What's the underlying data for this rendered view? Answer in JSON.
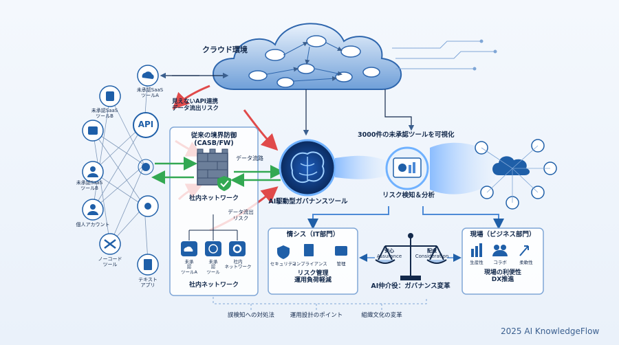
{
  "cloud": {
    "title": "クラウド環境"
  },
  "left_tools": {
    "api_label": "API",
    "tool_a": [
      "未承認SaaS",
      "ツールA"
    ],
    "tool_b1": [
      "未承認SaaS",
      "ツールB"
    ],
    "tool_b2": [
      "未承認SaaS",
      "ツールB"
    ],
    "personal_account": "個人アカウント",
    "nocode": [
      "ノーコード",
      "ツール"
    ],
    "text_app": [
      "テキスト",
      "アプリ"
    ]
  },
  "risks": {
    "invisible_api": [
      "見えないAPI連携",
      "データ流出リスク"
    ],
    "data_flow": "データ流路",
    "data_leak": [
      "データ流出",
      "リスク"
    ]
  },
  "perimeter": {
    "title": [
      "従来の境界防御",
      "(CASB/FW)"
    ],
    "internal_network": "社内ネットワーク",
    "unapproved_tools": [
      {
        "line1": "未承",
        "line2": "認",
        "line3": "ツールA"
      },
      {
        "line1": "未承",
        "line2": "認",
        "line3": "ツール"
      },
      {
        "line1": "社内",
        "line2": "ネットワーク",
        "line3": ""
      }
    ],
    "footer": "社内ネットワーク"
  },
  "ai_tool": {
    "label": "AI駆動型ガバナンスツール"
  },
  "visualize": {
    "title": "3000件の未承認ツールを可視化"
  },
  "risk_analysis": {
    "label": "リスク検知＆分析"
  },
  "it_dept": {
    "title": "情シス（IT部門）",
    "icons": [
      "セキュリティ",
      "コンプライアンス",
      "管理"
    ],
    "desc": [
      "リスク管理",
      "運用負荷軽減"
    ]
  },
  "balance": {
    "left": [
      "安心",
      "Assurance"
    ],
    "right": [
      "配慮",
      "Consideration"
    ],
    "caption": "AI仲介役：ガバナンス変革"
  },
  "field_dept": {
    "title": "現場（ビジネス部門）",
    "icons": [
      "生産性",
      "コラボ",
      "柔軟性"
    ],
    "desc": [
      "現場の利便性",
      "DX推進"
    ]
  },
  "bottom_points": [
    "誤検知への対処法",
    "運用設計のポイント",
    "組織文化の変革"
  ],
  "footer": {
    "brand": "2025 AI KnowledgeFlow"
  },
  "colors": {
    "primary": "#1f5fa8",
    "accent_red": "#e04a4a",
    "accent_green": "#33a852",
    "dark": "#13294b"
  }
}
